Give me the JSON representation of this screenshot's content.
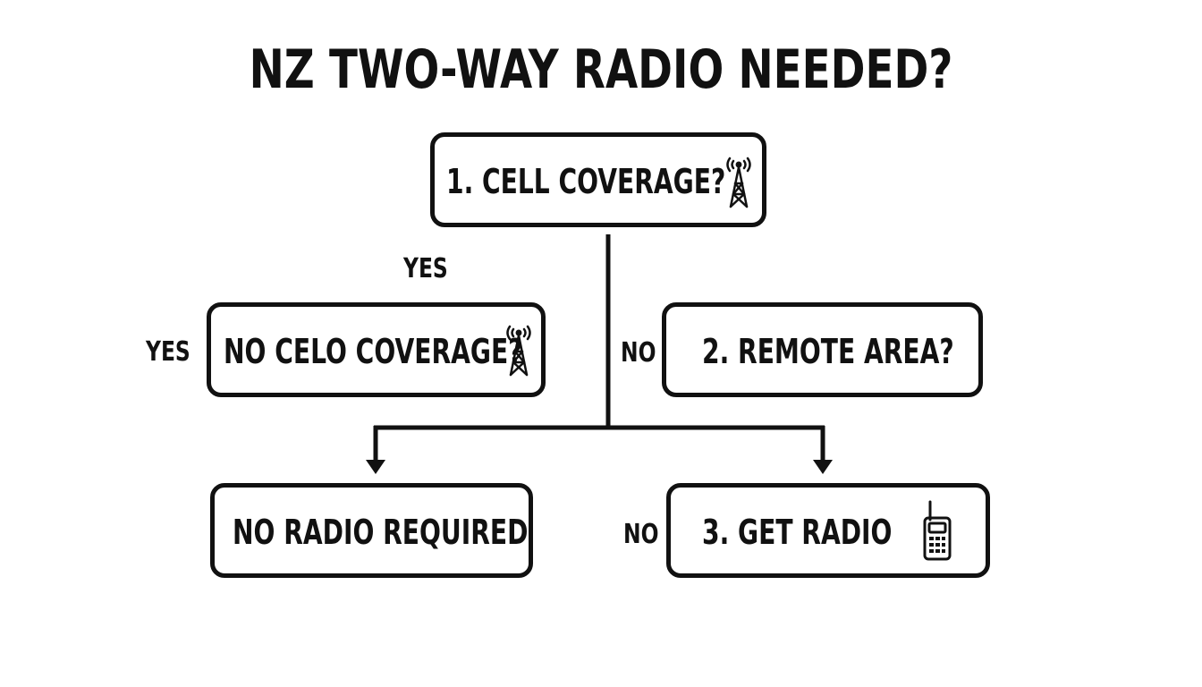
{
  "title": "NZ TWO-WAY RADIO NEEDED?",
  "nodes": {
    "cell_coverage": {
      "label": "1. CELL COVERAGE?",
      "icon": "cell-tower-icon"
    },
    "no_celo_coverage": {
      "label": "NO CELO COVERAGE?",
      "icon": "cell-tower-icon"
    },
    "remote_area": {
      "label": "2. REMOTE AREA?"
    },
    "no_radio_required": {
      "label": "NO RADIO REQUIRED"
    },
    "get_radio": {
      "label": "3. GET RADIO",
      "icon": "walkie-talkie-icon"
    }
  },
  "edge_labels": {
    "yes_top": "YES",
    "yes_left": "YES",
    "no_middle": "NO",
    "no_bottom": "NO"
  },
  "colors": {
    "ink": "#111111",
    "background": "#ffffff"
  }
}
